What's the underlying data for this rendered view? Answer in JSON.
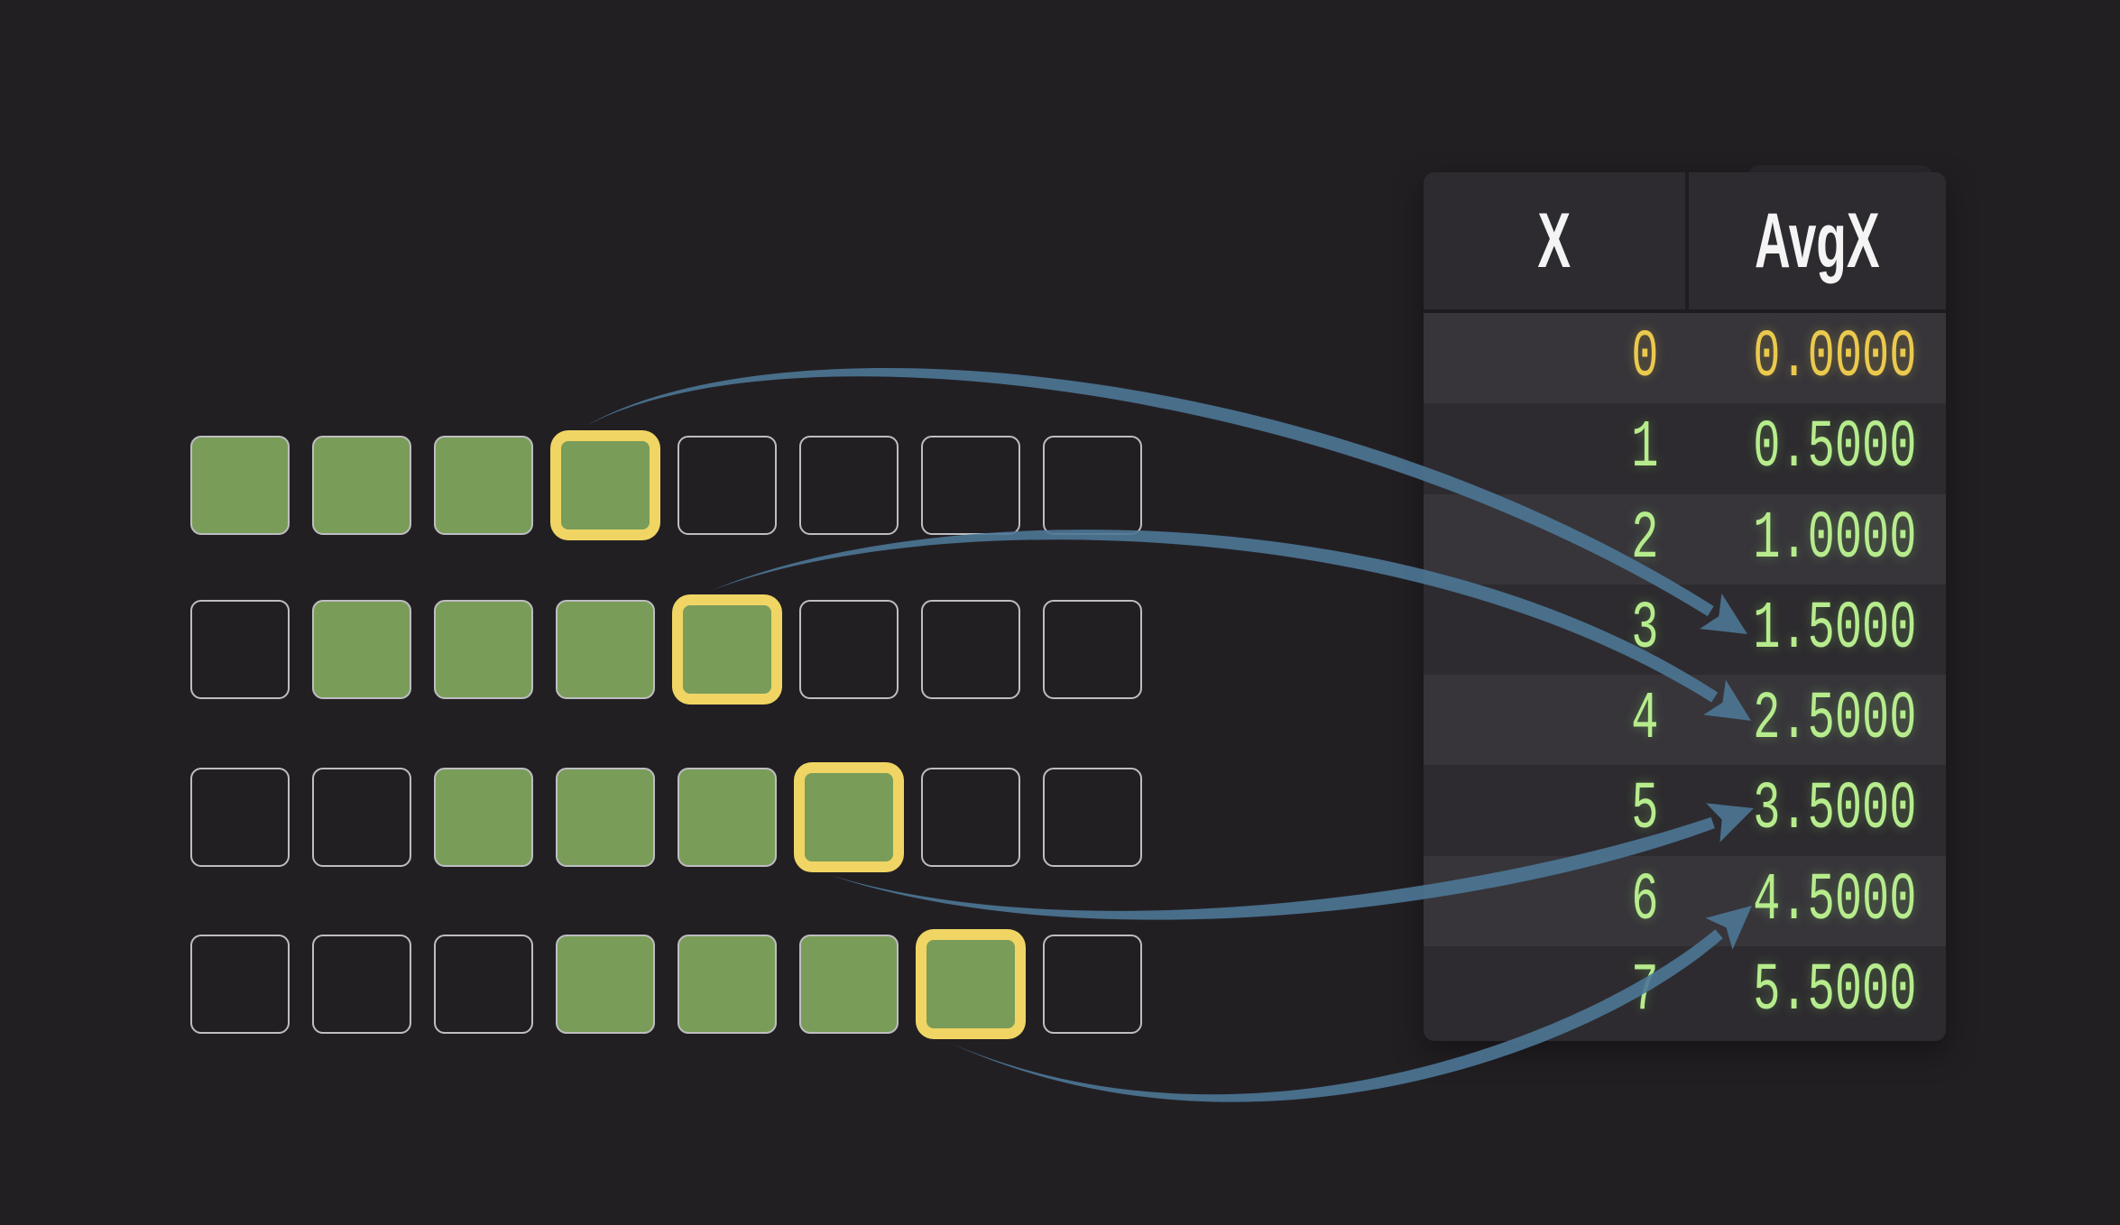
{
  "colors": {
    "background": "#221F23",
    "square_green": "#7A9C59",
    "square_border": "#BDBDC2",
    "highlight_yellow": "#F0D564",
    "arrow_blue": "#4D7796",
    "card": "#2D2B2F",
    "row_stripe": "#37353A",
    "divider": "#1E1C20",
    "header_text": "#F4F4F5",
    "value_green": "#B7EC8D",
    "value_yellow": "#EAC94D"
  },
  "grid": {
    "rows": [
      {
        "cells": [
          "filled",
          "filled",
          "filled",
          "highlighted",
          "empty",
          "empty",
          "empty",
          "empty"
        ]
      },
      {
        "cells": [
          "empty",
          "filled",
          "filled",
          "filled",
          "highlighted",
          "empty",
          "empty",
          "empty"
        ]
      },
      {
        "cells": [
          "empty",
          "empty",
          "filled",
          "filled",
          "filled",
          "highlighted",
          "empty",
          "empty"
        ]
      },
      {
        "cells": [
          "empty",
          "empty",
          "empty",
          "filled",
          "filled",
          "filled",
          "highlighted",
          "empty"
        ]
      }
    ]
  },
  "table": {
    "headers": [
      "X",
      "AvgX"
    ],
    "rows": [
      {
        "x": "0",
        "avg": "0.0000",
        "tone": "yellow"
      },
      {
        "x": "1",
        "avg": "0.5000",
        "tone": "green"
      },
      {
        "x": "2",
        "avg": "1.0000",
        "tone": "green"
      },
      {
        "x": "3",
        "avg": "1.5000",
        "tone": "green"
      },
      {
        "x": "4",
        "avg": "2.5000",
        "tone": "green"
      },
      {
        "x": "5",
        "avg": "3.5000",
        "tone": "green"
      },
      {
        "x": "6",
        "avg": "4.5000",
        "tone": "green"
      },
      {
        "x": "7",
        "avg": "5.5000",
        "tone": "green"
      }
    ]
  },
  "arrows": [
    {
      "from_grid_row": 0,
      "to_x": "3",
      "to_avg": "1.5000"
    },
    {
      "from_grid_row": 1,
      "to_x": "4",
      "to_avg": "2.5000"
    },
    {
      "from_grid_row": 2,
      "to_x": "5",
      "to_avg": "3.5000"
    },
    {
      "from_grid_row": 3,
      "to_x": "6",
      "to_avg": "4.5000"
    }
  ]
}
